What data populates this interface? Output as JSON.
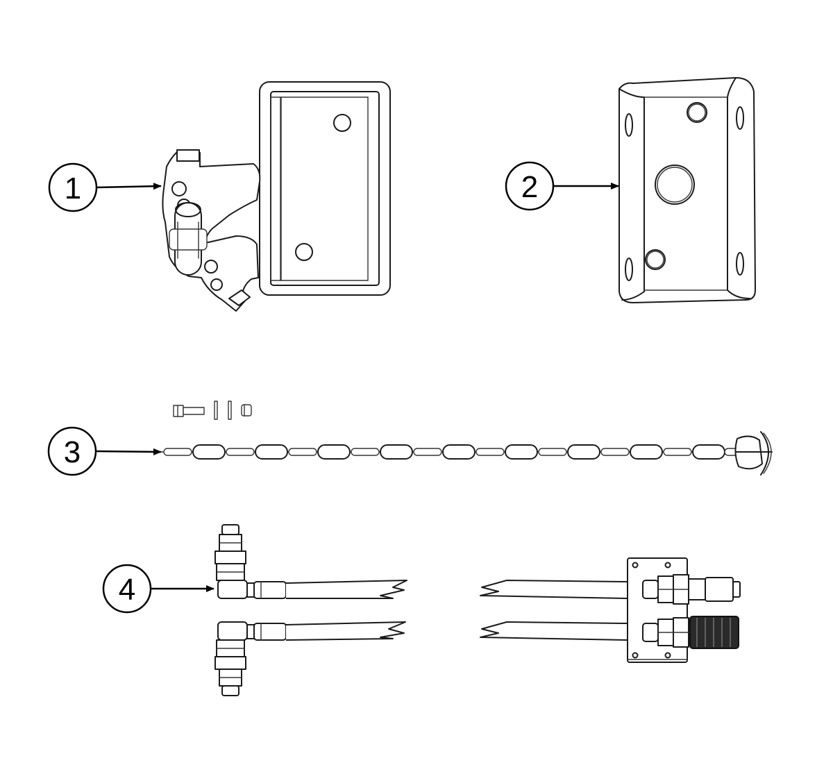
{
  "callouts": [
    {
      "id": "1",
      "label": "1"
    },
    {
      "id": "2",
      "label": "2"
    },
    {
      "id": "3",
      "label": "3"
    },
    {
      "id": "4",
      "label": "4"
    }
  ],
  "parts": [
    {
      "callout": "1",
      "icon": "latch-bracket-assembly-icon"
    },
    {
      "callout": "2",
      "icon": "mounting-bracket-icon"
    },
    {
      "callout": "3",
      "icon": "safety-chain-with-hardware-icon"
    },
    {
      "callout": "4",
      "icon": "hydraulic-hose-kit-icon"
    }
  ]
}
